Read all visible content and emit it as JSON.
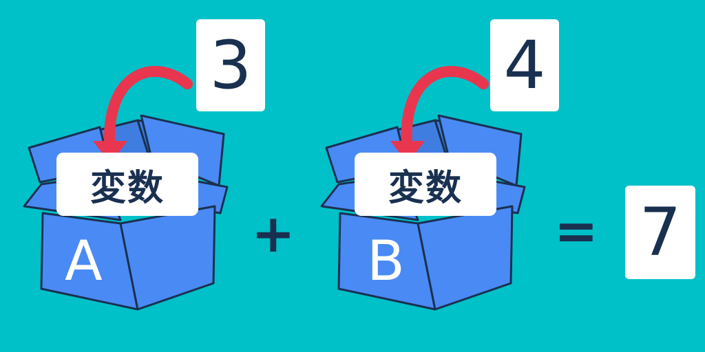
{
  "box_a": {
    "value": "3",
    "label": "変数",
    "letter": "A"
  },
  "box_b": {
    "value": "4",
    "label": "変数",
    "letter": "B"
  },
  "operator_plus": "+",
  "operator_equals": "=",
  "result": "7",
  "colors": {
    "background": "#00c0c8",
    "box": "#4a8af4",
    "box_outline": "#1a3050",
    "arrow": "#e8364f",
    "text": "#1a3050",
    "card": "#ffffff"
  },
  "icons": [
    "open-box-icon",
    "curved-arrow-icon"
  ]
}
